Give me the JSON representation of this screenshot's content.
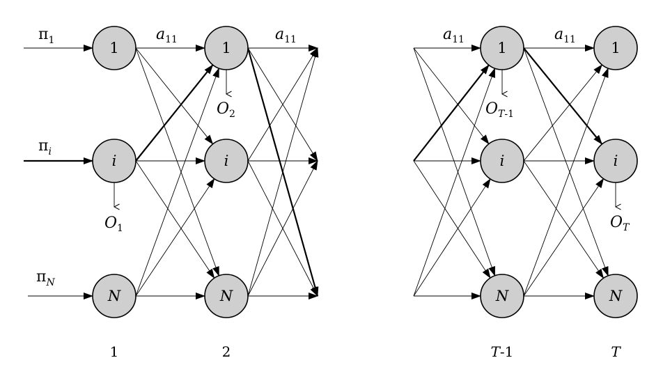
{
  "diagram": {
    "nodes": {
      "n1": "1",
      "ni": "i",
      "nN": "N"
    },
    "initial": {
      "pi_symbol": "π",
      "sub_1": "1",
      "sub_i": "i",
      "sub_N": "N"
    },
    "transition": {
      "symbol": "a",
      "sub": "11"
    },
    "observations": {
      "symbol": "O",
      "sub_1": "1",
      "sub_2": "2",
      "sub_T1": "T",
      "sub_T1_suffix": "-1",
      "sub_T": "T"
    },
    "time_axis": {
      "t1": "1",
      "t2": "2",
      "tT1_italic": "T",
      "tT1_suffix": "-1",
      "tT": "T"
    }
  }
}
